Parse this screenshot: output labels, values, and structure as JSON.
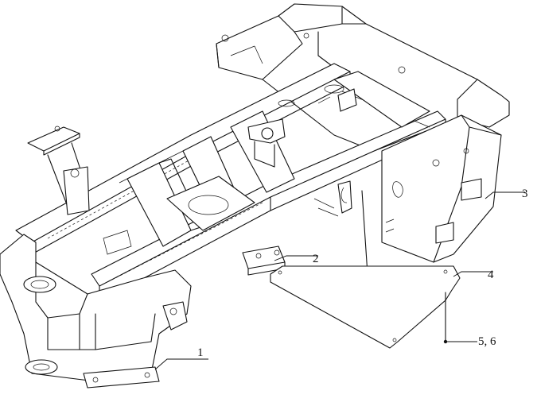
{
  "callouts": [
    {
      "id": "1",
      "label": "1"
    },
    {
      "id": "2",
      "label": "2"
    },
    {
      "id": "3",
      "label": "3"
    },
    {
      "id": "4",
      "label": "4"
    },
    {
      "id": "5-6",
      "label": "5, 6"
    }
  ]
}
